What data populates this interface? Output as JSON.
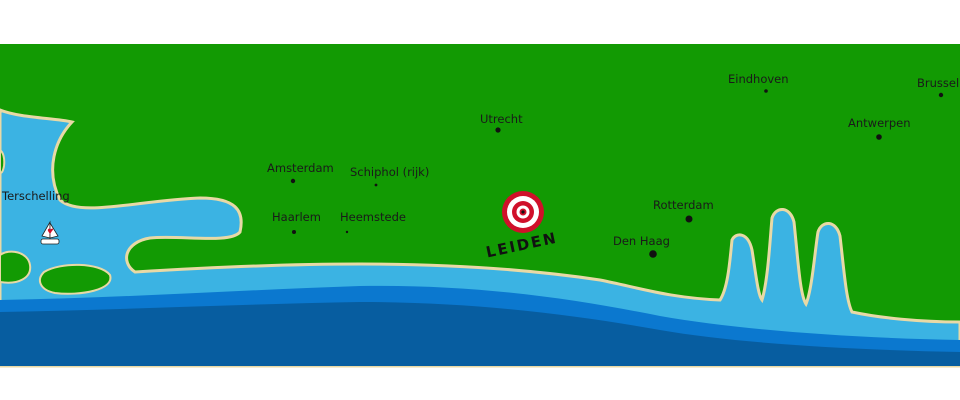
{
  "map": {
    "colors": {
      "land": "#129a03",
      "shallow_water": "#3bb3e3",
      "mid_water": "#0b78cf",
      "deep_water": "#075da0",
      "beach": "#e8d9a6",
      "target_red": "#d0102a",
      "target_white": "#ffffff"
    },
    "target": {
      "label": "LEIDEN",
      "icon": "bullseye-target-icon"
    },
    "boat": {
      "icon": "sailboat-icon"
    },
    "cities": [
      {
        "id": "terschelling",
        "label": "Terschelling"
      },
      {
        "id": "amsterdam",
        "label": "Amsterdam"
      },
      {
        "id": "schiphol",
        "label": "Schiphol (rijk)"
      },
      {
        "id": "haarlem",
        "label": "Haarlem"
      },
      {
        "id": "heemstede",
        "label": "Heemstede"
      },
      {
        "id": "utrecht",
        "label": "Utrecht"
      },
      {
        "id": "rotterdam",
        "label": "Rotterdam"
      },
      {
        "id": "den-haag",
        "label": "Den Haag"
      },
      {
        "id": "eindhoven",
        "label": "Eindhoven"
      },
      {
        "id": "antwerpen",
        "label": "Antwerpen"
      },
      {
        "id": "brussel",
        "label": "Brussel"
      }
    ]
  }
}
